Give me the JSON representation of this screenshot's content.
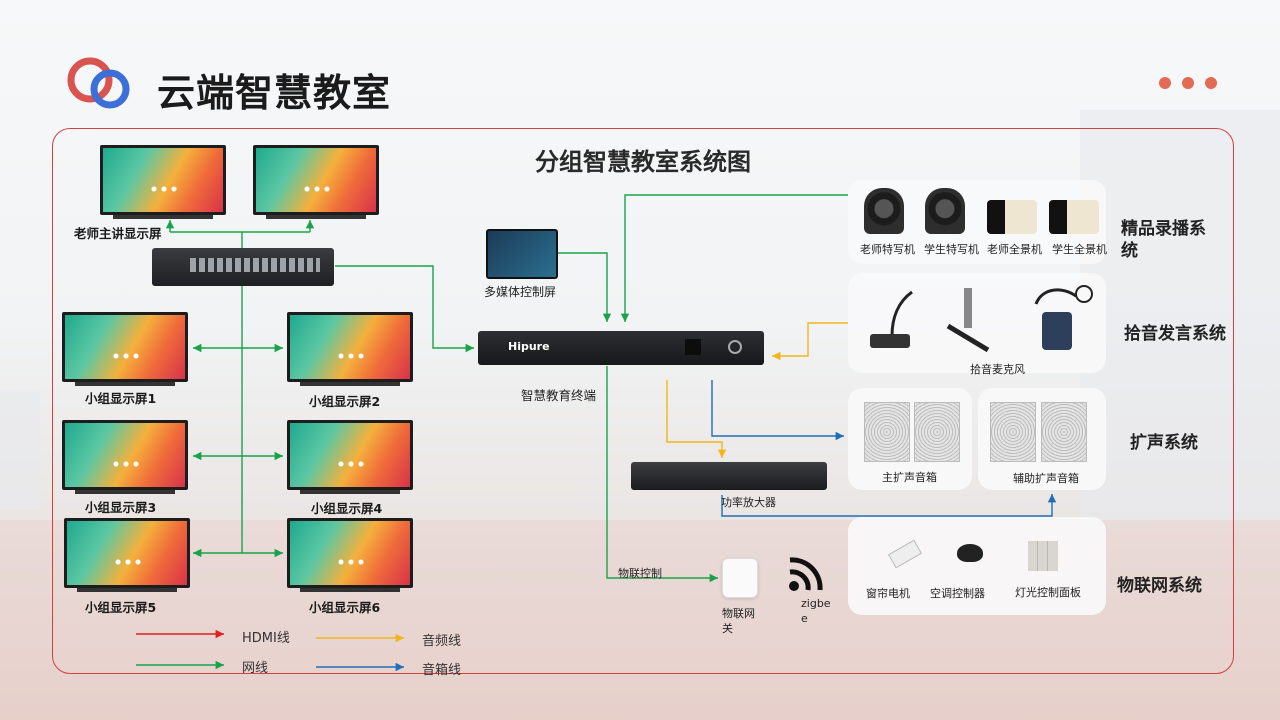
{
  "page": {
    "title": "云端智慧教室"
  },
  "diagram": {
    "title": "分组智慧教室系统图",
    "teacher_screen_label": "老师主讲显示屏",
    "group_screens": [
      "小组显示屏1",
      "小组显示屏2",
      "小组显示屏3",
      "小组显示屏4",
      "小组显示屏5",
      "小组显示屏6"
    ],
    "control_screen_label": "多媒体控制屏",
    "terminal_label": "智慧教育终端",
    "terminal_brand": "Hipure",
    "amp_label": "功率放大器",
    "iot_control_label": "物联控制",
    "gateway_label_1": "物联网",
    "gateway_label_2": "关",
    "zigbee_label_1": "zigbe",
    "zigbee_label_2": "e"
  },
  "systems": {
    "recording": {
      "title_line1": "精品录播系",
      "title_line2": "统",
      "items": [
        "老师特写机",
        "学生特写机",
        "老师全景机",
        "学生全景机"
      ]
    },
    "pickup": {
      "title": "拾音发言系统",
      "item": "拾音麦克风"
    },
    "speaker": {
      "title": "扩声系统",
      "items": [
        "主扩声音箱",
        "辅助扩声音箱"
      ]
    },
    "iot": {
      "title": "物联网系统",
      "items": [
        "窗帘电机",
        "空调控制器",
        "灯光控制面板"
      ]
    }
  },
  "legend": {
    "hdmi": "HDMI线",
    "audio": "音频线",
    "network": "网线",
    "speaker": "音箱线",
    "colors": {
      "hdmi": "#e02020",
      "audio": "#f2b51c",
      "network": "#18a34a",
      "speaker": "#1f6fb8"
    }
  },
  "colors": {
    "accent_red": "#d24040",
    "logo_blue": "#3d6fd8",
    "logo_red": "#d9534f"
  }
}
